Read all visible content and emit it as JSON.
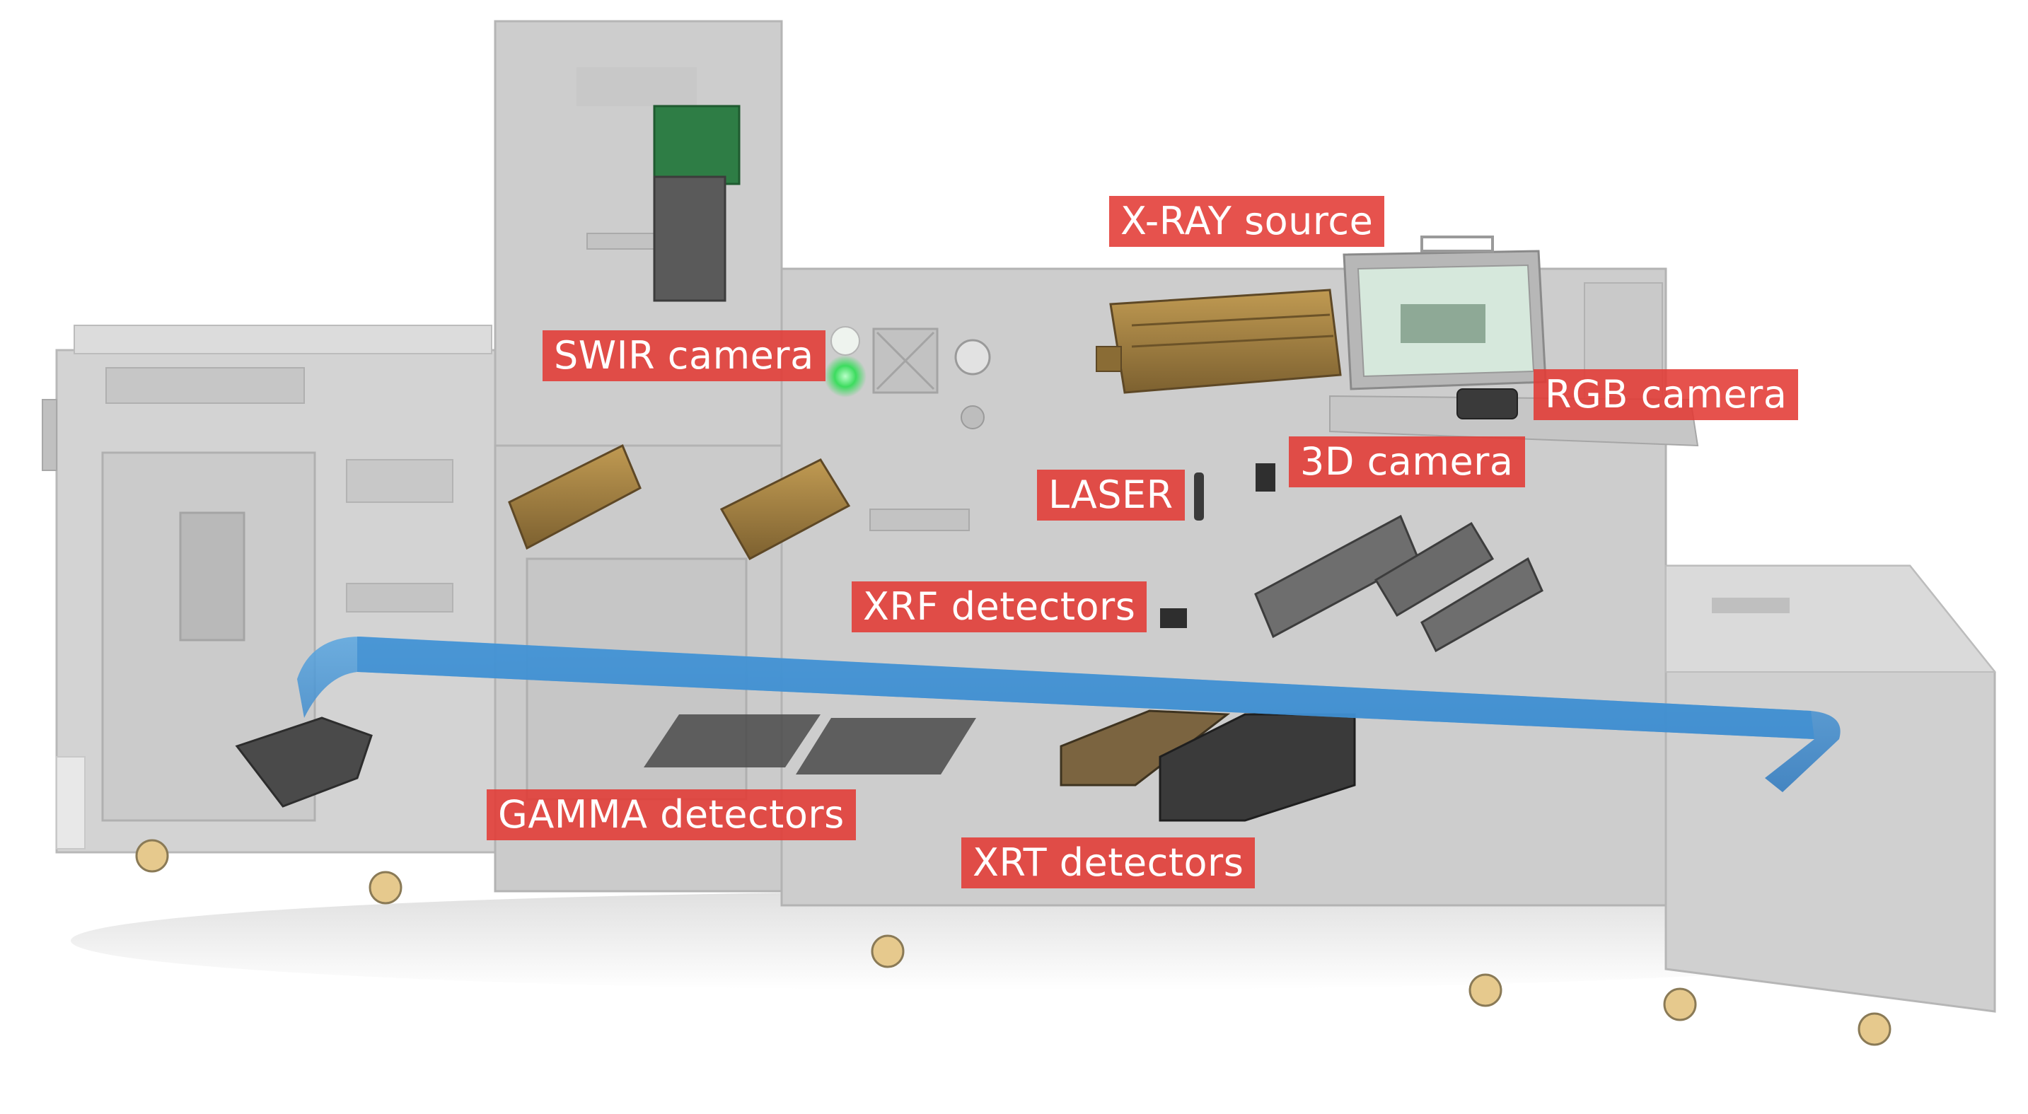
{
  "labels": {
    "xray_source": "X-RAY source",
    "swir_camera": "SWIR camera",
    "rgb_camera": "RGB camera",
    "camera_3d": "3D camera",
    "laser": "LASER",
    "xrf_detectors": "XRF detectors",
    "gamma_detectors": "GAMMA detectors",
    "xrt_detectors": "XRT detectors"
  },
  "colors": {
    "label_background": "#e23a34",
    "label_text": "#ffffff",
    "machine_body": "#cfcfcf",
    "conveyor_belt": "#3f8fd1",
    "sensor_gold": "#a8843f",
    "swir_green": "#2e7d45",
    "indicator_green": "#3ddc5f"
  }
}
